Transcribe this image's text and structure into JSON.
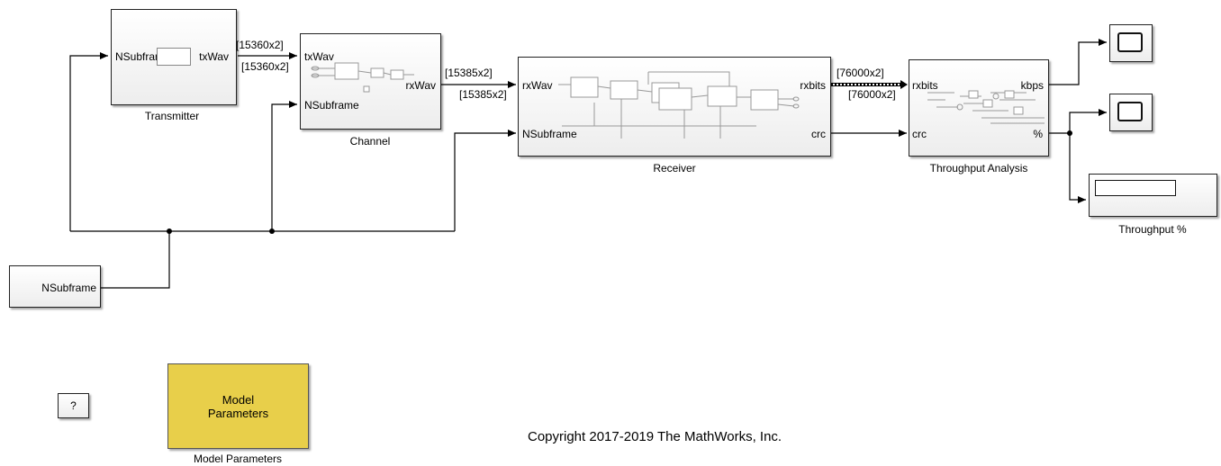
{
  "blocks": {
    "transmitter": {
      "caption": "Transmitter",
      "in_port": "NSubframe",
      "out_port": "txWav"
    },
    "channel": {
      "caption": "Channel",
      "in_port1": "txWav",
      "in_port2": "NSubframe",
      "out_port": "rxWav"
    },
    "receiver": {
      "caption": "Receiver",
      "in_port1": "rxWav",
      "in_port2": "NSubframe",
      "out_port1": "rxbits",
      "out_port2": "crc"
    },
    "throughput_analysis": {
      "caption": "Throughput Analysis",
      "in_port1": "rxbits",
      "in_port2": "crc",
      "out_port1": "kbps",
      "out_port2": "%"
    },
    "throughput_display": {
      "caption": "Throughput %"
    },
    "nsubframe_source": {
      "label": "NSubframe"
    },
    "help": {
      "label": "?"
    },
    "model_parameters": {
      "label_line1": "Model",
      "label_line2": "Parameters",
      "caption": "Model Parameters"
    }
  },
  "signals": {
    "tx_out_top": "[15360x2]",
    "tx_out_bottom": "[15360x2]",
    "ch_out_top": "[15385x2]",
    "ch_out_bottom": "[15385x2]",
    "rx_out_top": "[76000x2]",
    "rx_out_bottom": "[76000x2]"
  },
  "copyright": "Copyright 2017-2019 The MathWorks, Inc."
}
